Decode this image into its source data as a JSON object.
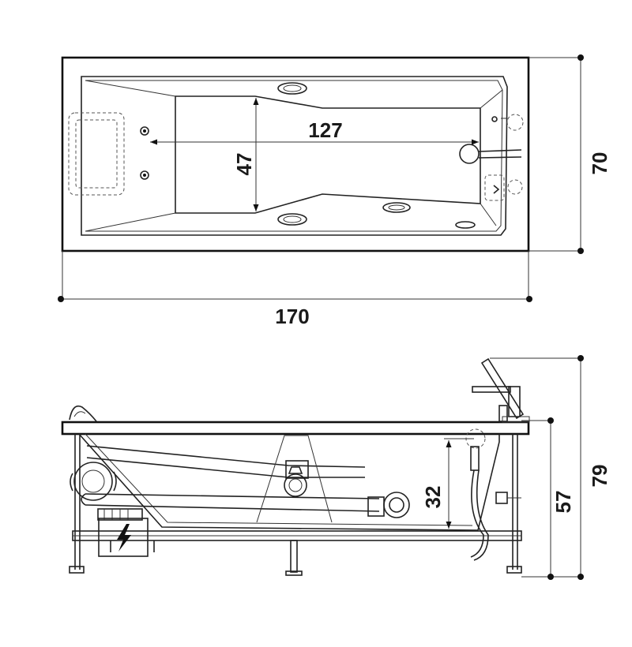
{
  "top_view": {
    "length_label": "170",
    "width_label": "70",
    "inner_length_label": "127",
    "inner_width_label": "47"
  },
  "side_view": {
    "total_height_label": "79",
    "rim_height_label": "57",
    "depth_label": "32"
  },
  "icons": {
    "electrical": "lightning-bolt"
  }
}
